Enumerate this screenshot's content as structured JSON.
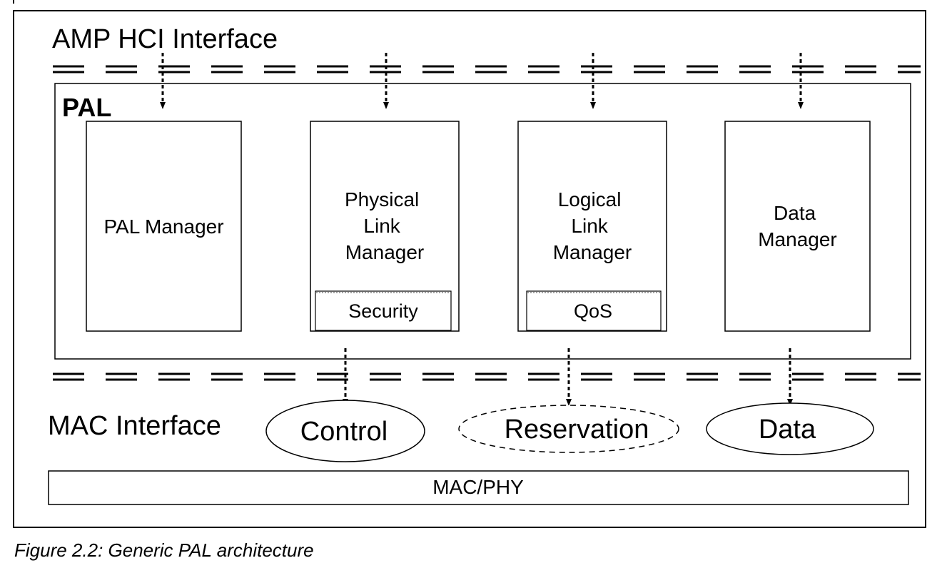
{
  "diagram": {
    "top_interface_label": "AMP HCI Interface",
    "pal_label": "PAL",
    "modules": [
      {
        "id": "pal-manager",
        "lines": [
          "PAL Manager"
        ],
        "sub_label": ""
      },
      {
        "id": "physical-link-manager",
        "lines": [
          "Physical",
          "Link",
          "Manager"
        ],
        "sub_label": "Security"
      },
      {
        "id": "logical-link-manager",
        "lines": [
          "Logical",
          "Link",
          "Manager"
        ],
        "sub_label": "QoS"
      },
      {
        "id": "data-manager",
        "lines": [
          "Data",
          "Manager"
        ],
        "sub_label": ""
      }
    ],
    "bottom_interface_label": "MAC Interface",
    "channels": [
      {
        "id": "control",
        "label": "Control",
        "style": "solid"
      },
      {
        "id": "reservation",
        "label": "Reservation",
        "style": "dashed"
      },
      {
        "id": "data",
        "label": "Data",
        "style": "solid"
      }
    ],
    "base_layer_label": "MAC/PHY"
  },
  "caption": "Figure 2.2:  Generic PAL architecture"
}
